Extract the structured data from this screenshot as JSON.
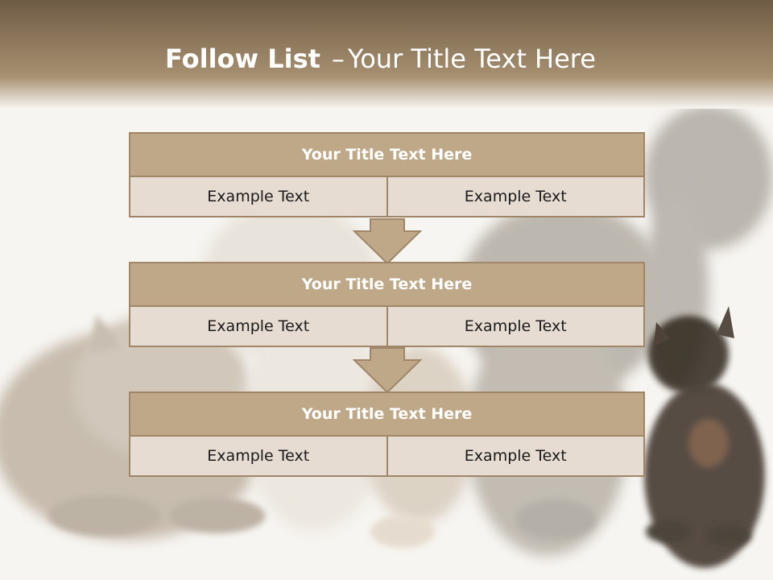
{
  "slide": {
    "title_bold": "Follow List",
    "title_separator": "–",
    "title_rest": "Your Title Text Here"
  },
  "blocks": [
    {
      "title": "Your Title Text Here",
      "cells": [
        "Example Text",
        "Example Text"
      ]
    },
    {
      "title": "Your Title Text Here",
      "cells": [
        "Example Text",
        "Example Text"
      ]
    },
    {
      "title": "Your Title Text Here",
      "cells": [
        "Example Text",
        "Example Text"
      ]
    }
  ],
  "colors": {
    "header_top": "#6e5b45",
    "block_header": "#bea888",
    "block_border": "#9f8668",
    "cell_fill": "#e6dcd2",
    "background": "#f7f5f1"
  }
}
